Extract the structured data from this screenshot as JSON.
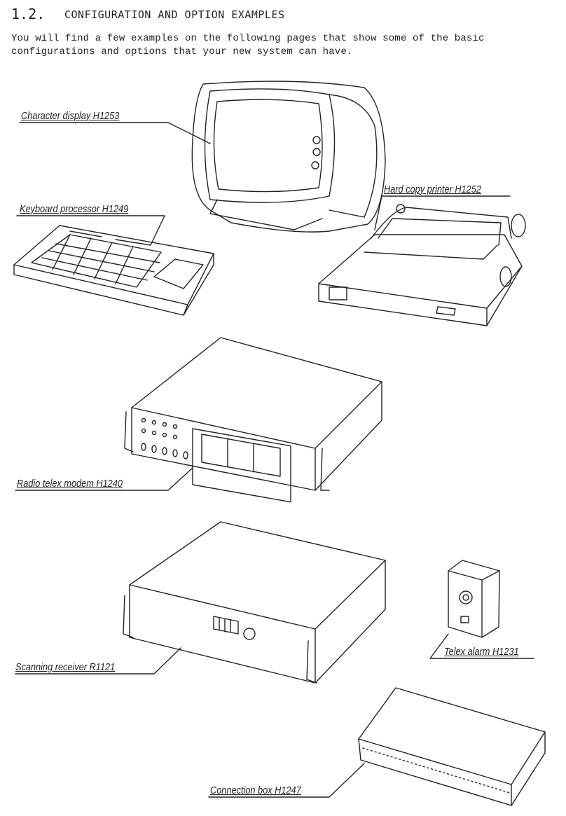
{
  "section": {
    "number": "1.2.",
    "title": "CONFIGURATION AND OPTION EXAMPLES"
  },
  "intro": "You will find a few examples on the following pages that show some of the basic configurations and options that your new system can have.",
  "labels": {
    "display": "Character display H1253",
    "keyboard": "Keyboard processor H1249",
    "printer": "Hard copy printer H1252",
    "modem": "Radio telex modem H1240",
    "receiver": "Scanning receiver R1121",
    "alarm": "Telex alarm H1231",
    "connection": "Connection box H1247"
  }
}
